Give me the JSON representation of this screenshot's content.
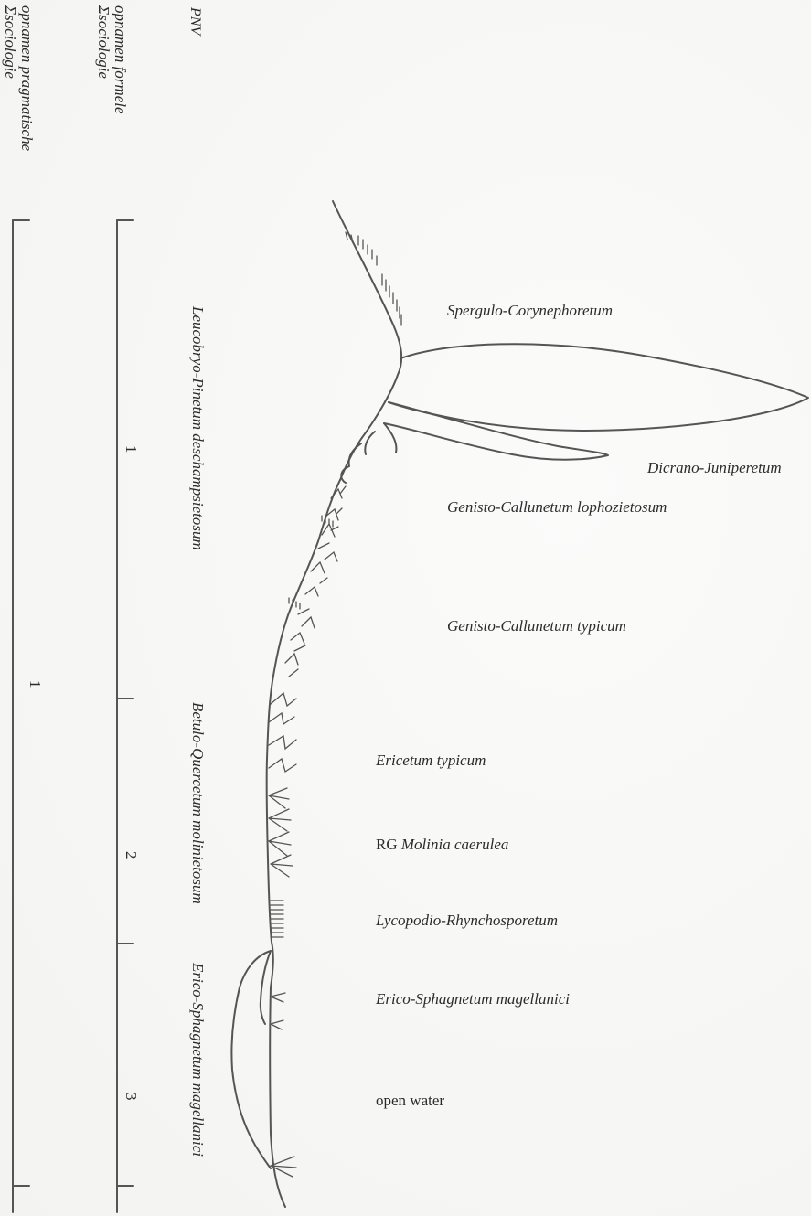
{
  "axis_labels": {
    "pnv": "PNV",
    "formal_line1": "opnamen formele",
    "formal_line2": "Σsociologie",
    "pragmatic_line1": "opnamen pragmatische",
    "pragmatic_line2": "Σsociologie"
  },
  "pnv_units": [
    "Leucobryo-Pinetum deschampsietosum",
    "Betulo-Quercetum molinietosum",
    "Erico-Sphagnetum magellanici"
  ],
  "formal_numbers": [
    "1",
    "2",
    "3"
  ],
  "pragmatic_number": "1",
  "vegetation": [
    {
      "name": "Spergulo-Corynephoretum",
      "italic": true
    },
    {
      "name": "Dicrano-Juniperetum",
      "italic": true
    },
    {
      "name": "Genisto-Callunetum lophozietosum",
      "italic": true
    },
    {
      "name": "Genisto-Callunetum typicum",
      "italic": true
    },
    {
      "name": "Ericetum typicum",
      "italic": true
    },
    {
      "prefix": "RG ",
      "name": "Molinia caerulea",
      "italic": true
    },
    {
      "name": "Lycopodio-Rhynchosporetum",
      "italic": true
    },
    {
      "name": "Erico-Sphagnetum magellanici",
      "italic": true
    },
    {
      "name": "open water",
      "italic": false
    }
  ]
}
